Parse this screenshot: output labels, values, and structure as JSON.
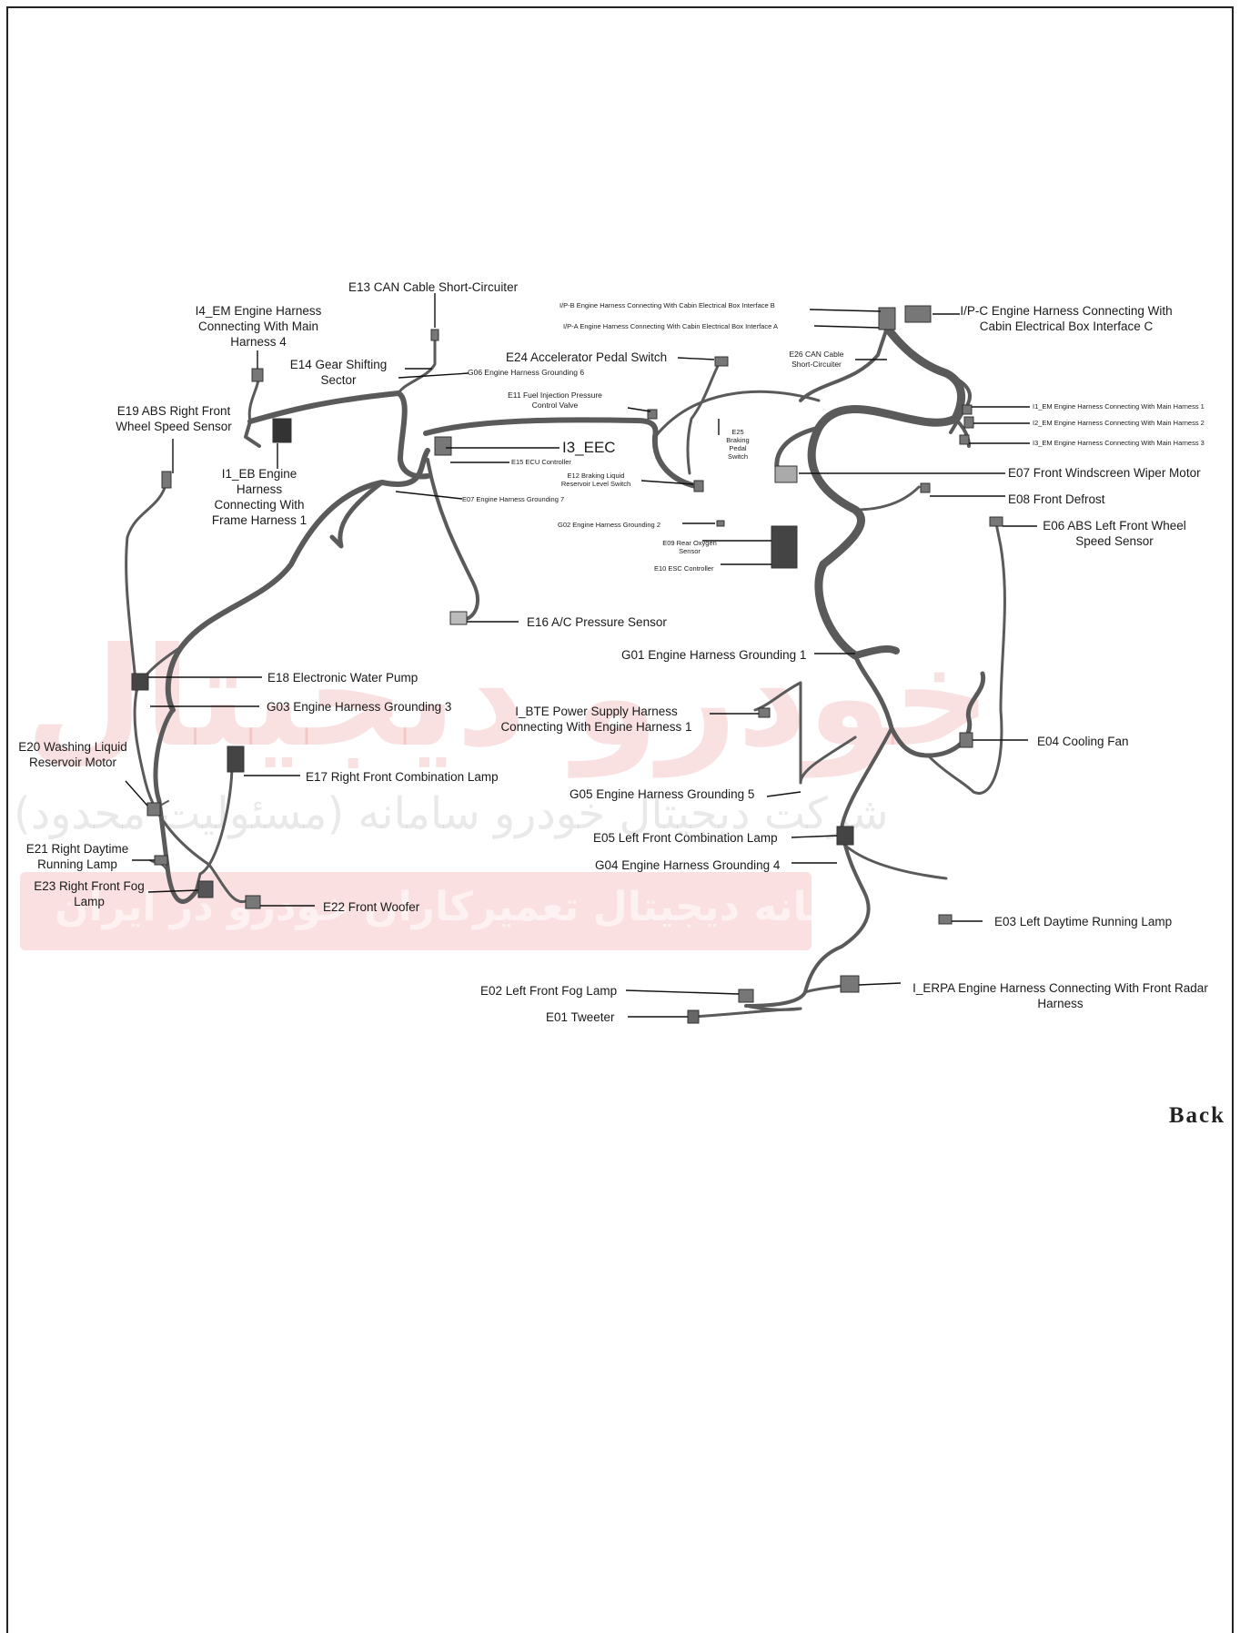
{
  "labels": {
    "e13": "E13 CAN Cable Short-Circuiter",
    "i4_em": "I4_EM Engine Harness\nConnecting With Main\nHarness 4",
    "e14": "E14 Gear Shifting\nSector",
    "g06": "G06 Engine Harness Grounding 6",
    "e19": "E19 ABS Right Front\nWheel Speed Sensor",
    "i1_eb": "I1_EB Engine\nHarness\nConnecting With\nFrame Harness 1",
    "e11": "E11 Fuel Injection Pressure\nControl Valve",
    "i3_eec": "I3_EEC",
    "e15": "E15 ECU Controller",
    "e07g": "E07 Engine Harness Grounding 7",
    "e12": "E12 Braking Liquid\nReservoir Level Switch",
    "e24": "E24 Accelerator Pedal Switch",
    "e25": "E25\nBraking\nPedal\nSwitch",
    "ipb": "I/P-B Engine Harness Connecting With Cabin Electrical Box Interface B",
    "ipa": "I/P-A Engine Harness Connecting With Cabin Electrical Box Interface A",
    "ipc": "I/P-C Engine Harness Connecting With\nCabin Electrical Box Interface C",
    "e26": "E26 CAN Cable\nShort-Circuiter",
    "i1_em": "I1_EM Engine Harness Connecting With Main Harness 1",
    "i2_em": "I2_EM Engine Harness Connecting With Main Harness 2",
    "i3_em": "I3_EM Engine Harness Connecting With Main Harness 3",
    "e07": "E07 Front Windscreen Wiper Motor",
    "e08": "E08 Front Defrost",
    "e06": "E06 ABS Left Front Wheel\nSpeed Sensor",
    "g02": "G02 Engine Harness Grounding 2",
    "e09": "E09 Rear Oxygen\nSensor",
    "e10": "E10 ESC Controller",
    "e16": "E16 A/C Pressure Sensor",
    "g01": "G01 Engine Harness Grounding 1",
    "e18": "E18 Electronic Water Pump",
    "g03": "G03 Engine Harness Grounding 3",
    "i_bte": "I_BTE Power Supply Harness\nConnecting With Engine Harness 1",
    "e04": "E04 Cooling Fan",
    "e20": "E20 Washing Liquid\nReservoir Motor",
    "e17": "E17 Right Front Combination Lamp",
    "g05": "G05 Engine Harness Grounding 5",
    "e05": "E05 Left Front Combination Lamp",
    "e21": "E21 Right Daytime\nRunning Lamp",
    "g04": "G04 Engine Harness Grounding 4",
    "e23": "E23 Right Front Fog\nLamp",
    "e22": "E22 Front Woofer",
    "e03": "E03 Left Daytime Running Lamp",
    "e02": "E02 Left Front Fog Lamp",
    "i_erpa": "I_ERPA Engine Harness Connecting With Front Radar\nHarness",
    "e01": "E01 Tweeter"
  },
  "nav": {
    "back_label": "Back"
  },
  "watermark": {
    "line1": "خودرو دیجیتال",
    "line2": "شرکت دیجیتال خودرو سامانه (مسئولیت محدود)",
    "line3": "اولین سامانه دیجیتال تعمیرکاران خودرو در ایران"
  },
  "colors": {
    "harness": "#5a5a5a",
    "harness_light": "#9a9a9a",
    "watermark_red": "#dc4646",
    "frame": "#222222"
  }
}
